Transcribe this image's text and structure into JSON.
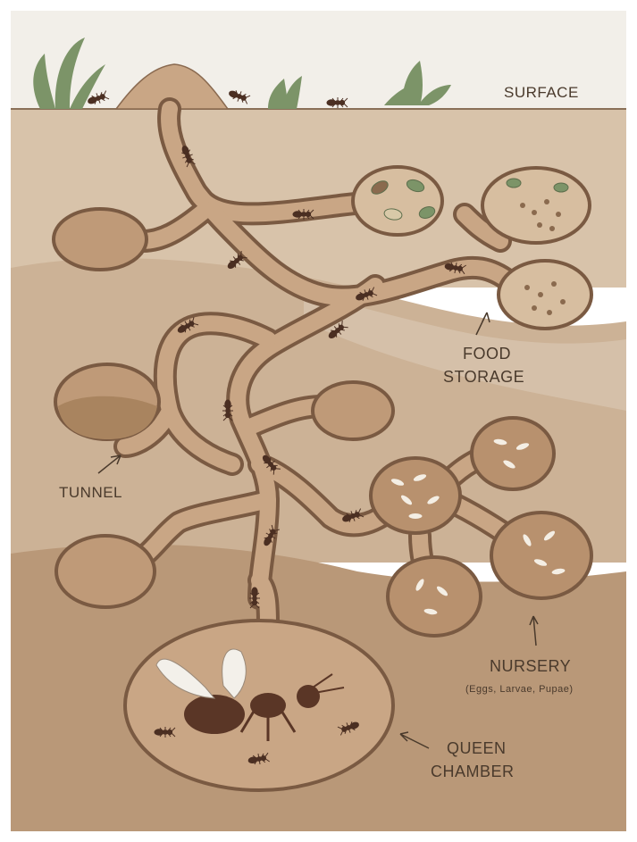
{
  "labels": {
    "surface": "SURFACE",
    "food_line1": "FOOD",
    "food_line2": "STORAGE",
    "tunnel": "TUNNEL",
    "nursery": "NURSERY",
    "nursery_sub": "(Eggs, Larvae, Pupae)",
    "queen_line1": "QUEEN",
    "queen_line2": "CHAMBER"
  },
  "colors": {
    "sky": "#f2efe9",
    "soil_top": "#d8c3aa",
    "soil_mid": "#ccb296",
    "soil_deep": "#b99878",
    "tunnel_wall": "#7a5a42",
    "tunnel_fill": "#c9a685",
    "chamber_fill": "#bf9a78",
    "ant": "#4b2f22",
    "queen": "#5a3626",
    "grass": "#7c9468",
    "larvae": "#f4eee4",
    "text": "#4a3a2c"
  }
}
